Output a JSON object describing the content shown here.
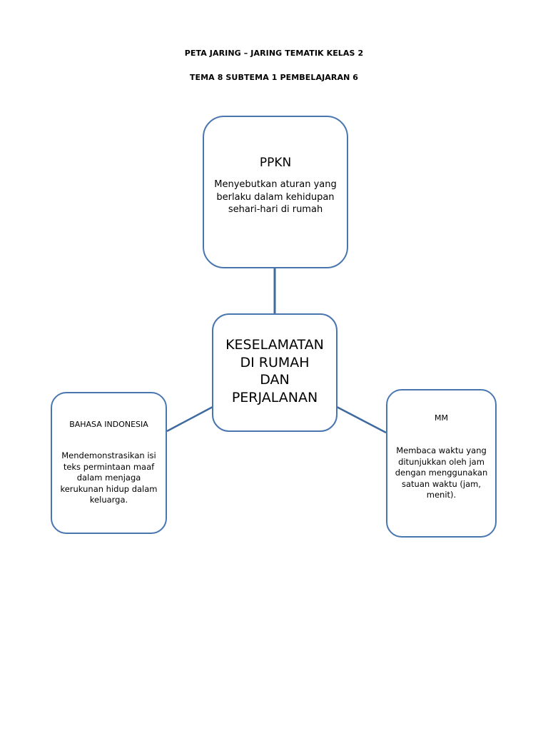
{
  "header": {
    "title_line_1": "PETA JARING – JARING TEMATIK KELAS 2",
    "title_line_2": "TEMA 8 SUBTEMA 1 PEMBELAJARAN 6"
  },
  "nodes": {
    "center": {
      "title": "KESELAMATAN\nDI RUMAH\nDAN\nPERJALANAN"
    },
    "ppkn": {
      "title": "PPKN",
      "description": "Menyebutkan aturan yang berlaku dalam kehidupan sehari-hari di rumah"
    },
    "bahasa_indonesia": {
      "title": "BAHASA INDONESIA",
      "description": "Mendemonstrasikan isi teks permintaan maaf dalam menjaga kerukunan hidup dalam keluarga."
    },
    "mm": {
      "title": "MM",
      "description": "Membaca waktu yang ditunjukkan oleh jam dengan menggunakan satuan waktu (jam, menit)."
    }
  },
  "colors": {
    "border": "#4a76b0",
    "connector": "#3f6a9e",
    "background": "#ffffff",
    "text": "#000000"
  }
}
